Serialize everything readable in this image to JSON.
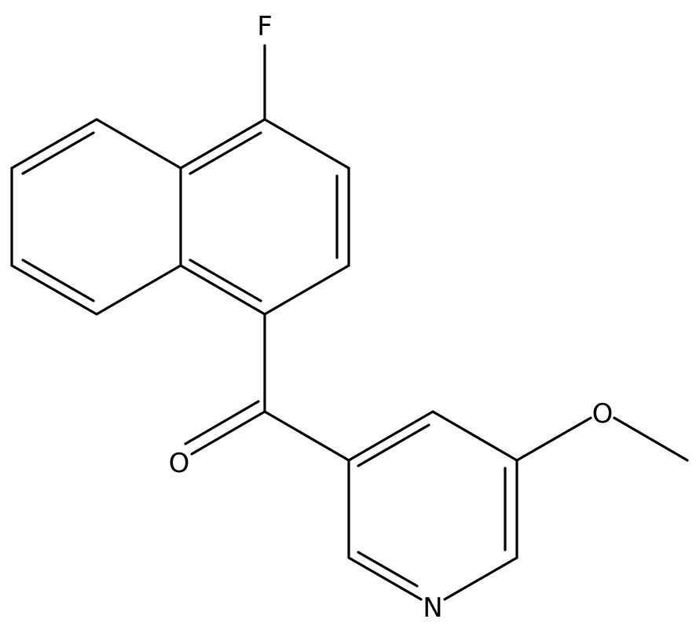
{
  "molecule": {
    "atoms": {
      "fluorine": "F",
      "carbonyl_oxygen": "O",
      "pyridine_nitrogen": "N",
      "methoxy_oxygen": "O"
    }
  },
  "colors": {
    "bond": "#000000",
    "label": "#000000",
    "background": "#ffffff"
  }
}
